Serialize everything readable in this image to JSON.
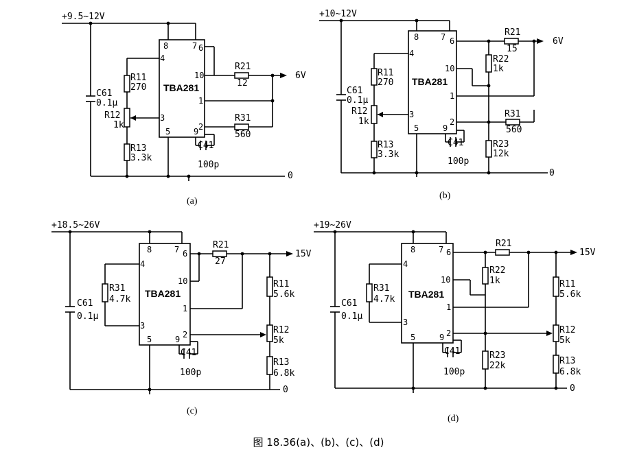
{
  "caption": "图 18.36(a)、(b)、(c)、(d)",
  "circuits": {
    "a": {
      "sublabel": "(a)",
      "supply": "+9.5~12V",
      "output": "6V",
      "ground": "0",
      "ic": "TBA281",
      "pins": {
        "p8": "8",
        "p7": "7",
        "p4": "4",
        "p6": "6",
        "p10": "10",
        "p1": "1",
        "p3": "3",
        "p2": "2",
        "p5": "5",
        "p9": "9"
      },
      "components": {
        "c61_name": "C61",
        "c61_val": "0.1μ",
        "r11_name": "R11",
        "r11_val": "270",
        "r12_name": "R12",
        "r12_val": "1k",
        "r13_name": "R13",
        "r13_val": "3.3k",
        "r21_name": "R21",
        "r21_val": "12",
        "r31_name": "R31",
        "r31_val": "560",
        "c41_name": "C41",
        "c41_val": "100p"
      }
    },
    "b": {
      "sublabel": "(b)",
      "supply": "+10~12V",
      "output": "6V",
      "ground": "0",
      "ic": "TBA281",
      "pins": {
        "p8": "8",
        "p7": "7",
        "p4": "4",
        "p6": "6",
        "p10": "10",
        "p1": "1",
        "p3": "3",
        "p2": "2",
        "p5": "5",
        "p9": "9"
      },
      "components": {
        "c61_name": "C61",
        "c61_val": "0.1μ",
        "r11_name": "R11",
        "r11_val": "270",
        "r12_name": "R12",
        "r12_val": "1k",
        "r13_name": "R13",
        "r13_val": "3.3k",
        "r21_name": "R21",
        "r21_val": "15",
        "r22_name": "R22",
        "r22_val": "1k",
        "r31_name": "R31",
        "r31_val": "560",
        "r23_name": "R23",
        "r23_val": "12k",
        "c41_name": "C41",
        "c41_val": "100p"
      }
    },
    "c": {
      "sublabel": "(c)",
      "supply": "+18.5~26V",
      "output": "15V",
      "ground": "0",
      "ic": "TBA281",
      "pins": {
        "p8": "8",
        "p7": "7",
        "p4": "4",
        "p6": "6",
        "p10": "10",
        "p1": "1",
        "p3": "3",
        "p2": "2",
        "p5": "5",
        "p9": "9"
      },
      "components": {
        "c61_name": "C61",
        "c61_val": "0.1μ",
        "r31_name": "R31",
        "r31_val": "4.7k",
        "r21_name": "R21",
        "r21_val": "27",
        "r11_name": "R11",
        "r11_val": "5.6k",
        "r12_name": "R12",
        "r12_val": "5k",
        "r13_name": "R13",
        "r13_val": "6.8k",
        "c41_name": "C41",
        "c41_val": "100p"
      }
    },
    "d": {
      "sublabel": "(d)",
      "supply": "+19~26V",
      "output": "15V",
      "ground": "0",
      "ic": "TBA281",
      "pins": {
        "p8": "8",
        "p7": "7",
        "p4": "4",
        "p6": "6",
        "p10": "10",
        "p1": "1",
        "p3": "3",
        "p2": "2",
        "p5": "5",
        "p9": "9"
      },
      "components": {
        "c61_name": "C61",
        "c61_val": "0.1μ",
        "r31_name": "R31",
        "r31_val": "4.7k",
        "r21_name": "R21",
        "r22_name": "R22",
        "r22_val": "1k",
        "r11_name": "R11",
        "r11_val": "5.6k",
        "r12_name": "R12",
        "r12_val": "5k",
        "r13_name": "R13",
        "r13_val": "6.8k",
        "r23_name": "R23",
        "r23_val": "22k",
        "c41_name": "C41",
        "c41_val": "100p"
      }
    }
  }
}
